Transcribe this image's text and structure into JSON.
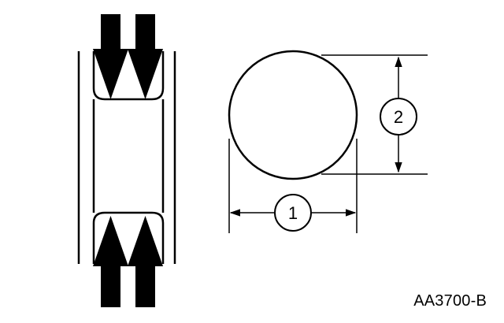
{
  "figure": {
    "code": "AA3700-B",
    "callouts": [
      {
        "id": 1,
        "label": "1"
      },
      {
        "id": 2,
        "label": "2"
      }
    ]
  },
  "colors": {
    "ink": "#000000",
    "background": "#ffffff"
  }
}
